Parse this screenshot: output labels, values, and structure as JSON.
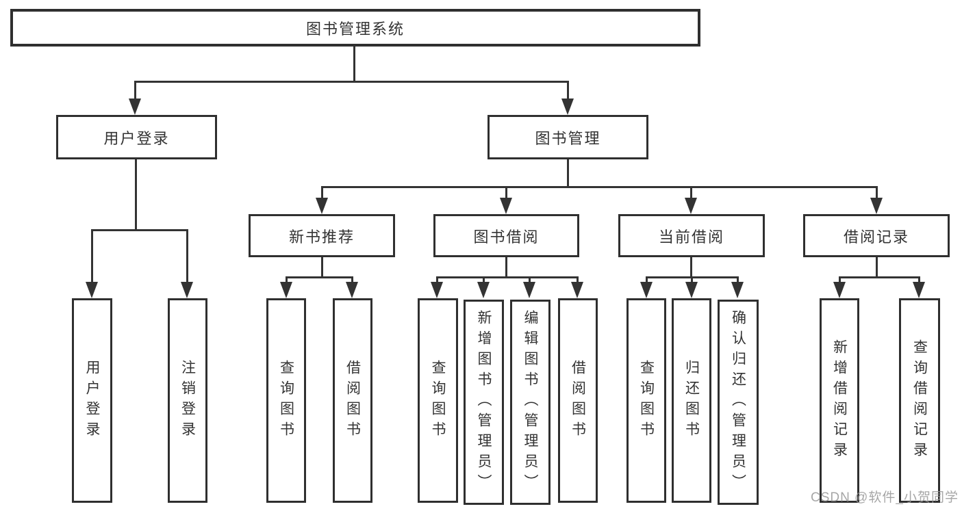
{
  "diagram": {
    "tree": {
      "root": {
        "label": "图书管理系统"
      },
      "children": [
        {
          "label": "用户登录",
          "children": [
            {
              "label": "用户登录"
            },
            {
              "label": "注销登录"
            }
          ]
        },
        {
          "label": "图书管理",
          "children": [
            {
              "label": "新书推荐",
              "children": [
                {
                  "label": "查询图书"
                },
                {
                  "label": "借阅图书"
                }
              ]
            },
            {
              "label": "图书借阅",
              "children": [
                {
                  "label": "查询图书"
                },
                {
                  "label": "新增图书（管理员）"
                },
                {
                  "label": "编辑图书（管理员）"
                },
                {
                  "label": "借阅图书"
                }
              ]
            },
            {
              "label": "当前借阅",
              "children": [
                {
                  "label": "查询图书"
                },
                {
                  "label": "归还图书"
                },
                {
                  "label": "确认归还（管理员）"
                }
              ]
            },
            {
              "label": "借阅记录",
              "children": [
                {
                  "label": "新增借阅记录"
                },
                {
                  "label": "查询借阅记录"
                }
              ]
            }
          ]
        }
      ]
    },
    "watermark": "CSDN @软件_小贺同学",
    "colors": {
      "line": "#333333",
      "border": "#2f2f2f",
      "text": "#333333",
      "watermark": "#969696",
      "background": "#ffffff"
    }
  }
}
